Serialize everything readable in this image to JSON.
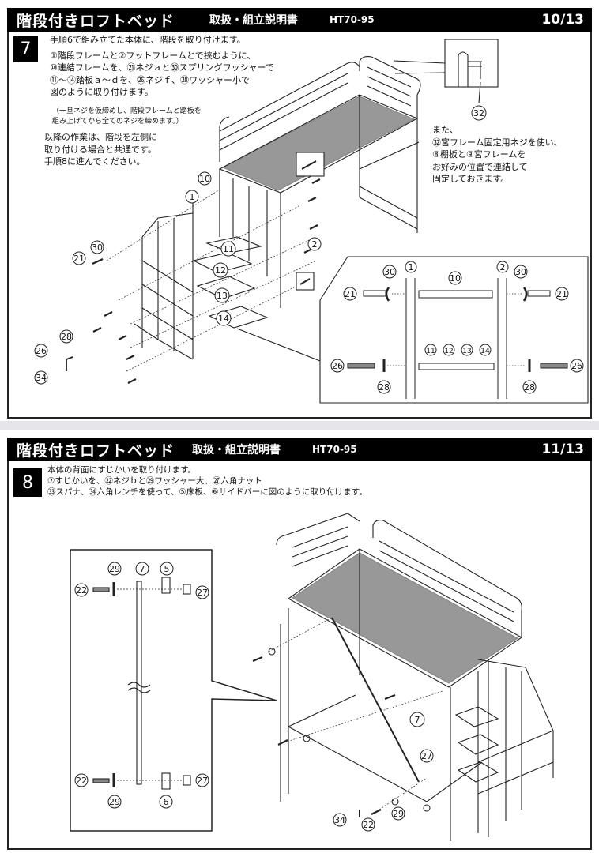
{
  "pages": [
    {
      "header": {
        "title": "階段付きロフトベッド",
        "subtitle": "取扱・組立説明書",
        "model": "HT70-95",
        "page": "10/13"
      },
      "step": {
        "number": "7",
        "lines": [
          "手順6で組み立てた本体に、階段を取り付けます。",
          "①階段フレームと②フットフレームとで挟むように、",
          "⑩連結フレームを、㉑ネジａと㉚スプリングワッシャーで",
          "⑪～⑭踏板ａ～ｄを、㉖ネジｆ、㉘ワッシャー小で",
          "図のように取り付けます。"
        ],
        "note": [
          "（一旦ネジを仮締めし、階段フレームと踏板を",
          "組み上げてから全てのネジを締めます。）"
        ],
        "continue": [
          "以降の作業は、階段を左側に",
          "取り付ける場合と共通です。",
          "手順8に進んでください。"
        ],
        "side_note": [
          "また、",
          "㉜宮フレーム固定用ネジを使い、",
          "⑧棚板と⑨宮フレームを",
          "お好みの位置で連結して",
          "固定しておきます。"
        ]
      },
      "diagram_labels": {
        "main": [
          "1",
          "2",
          "10",
          "11",
          "12",
          "13",
          "14",
          "21",
          "30",
          "26",
          "28",
          "34"
        ],
        "inset_top": "32",
        "detail": [
          "1",
          "2",
          "10",
          "30",
          "30",
          "21",
          "21",
          "11/12/13/14",
          "26",
          "26",
          "28",
          "28"
        ]
      }
    },
    {
      "header": {
        "title": "階段付きロフトベッド",
        "subtitle": "取扱・組立説明書",
        "model": "HT70-95",
        "page": "11/13"
      },
      "step": {
        "number": "8",
        "lines": [
          "本体の背面にすじかいを取り付けます。",
          "⑦すじかいを、㉒ネジｂと㉙ワッシャー大、㉗六角ナット",
          "㉝スパナ、㉞六角レンチを使って、⑤床板、⑥サイドバーに図のように取り付けます。"
        ]
      },
      "diagram_labels": {
        "detail": [
          "29",
          "7",
          "5",
          "22",
          "27",
          "22",
          "27",
          "29",
          "6"
        ],
        "main": [
          "7",
          "27",
          "34",
          "22",
          "29"
        ]
      }
    }
  ]
}
